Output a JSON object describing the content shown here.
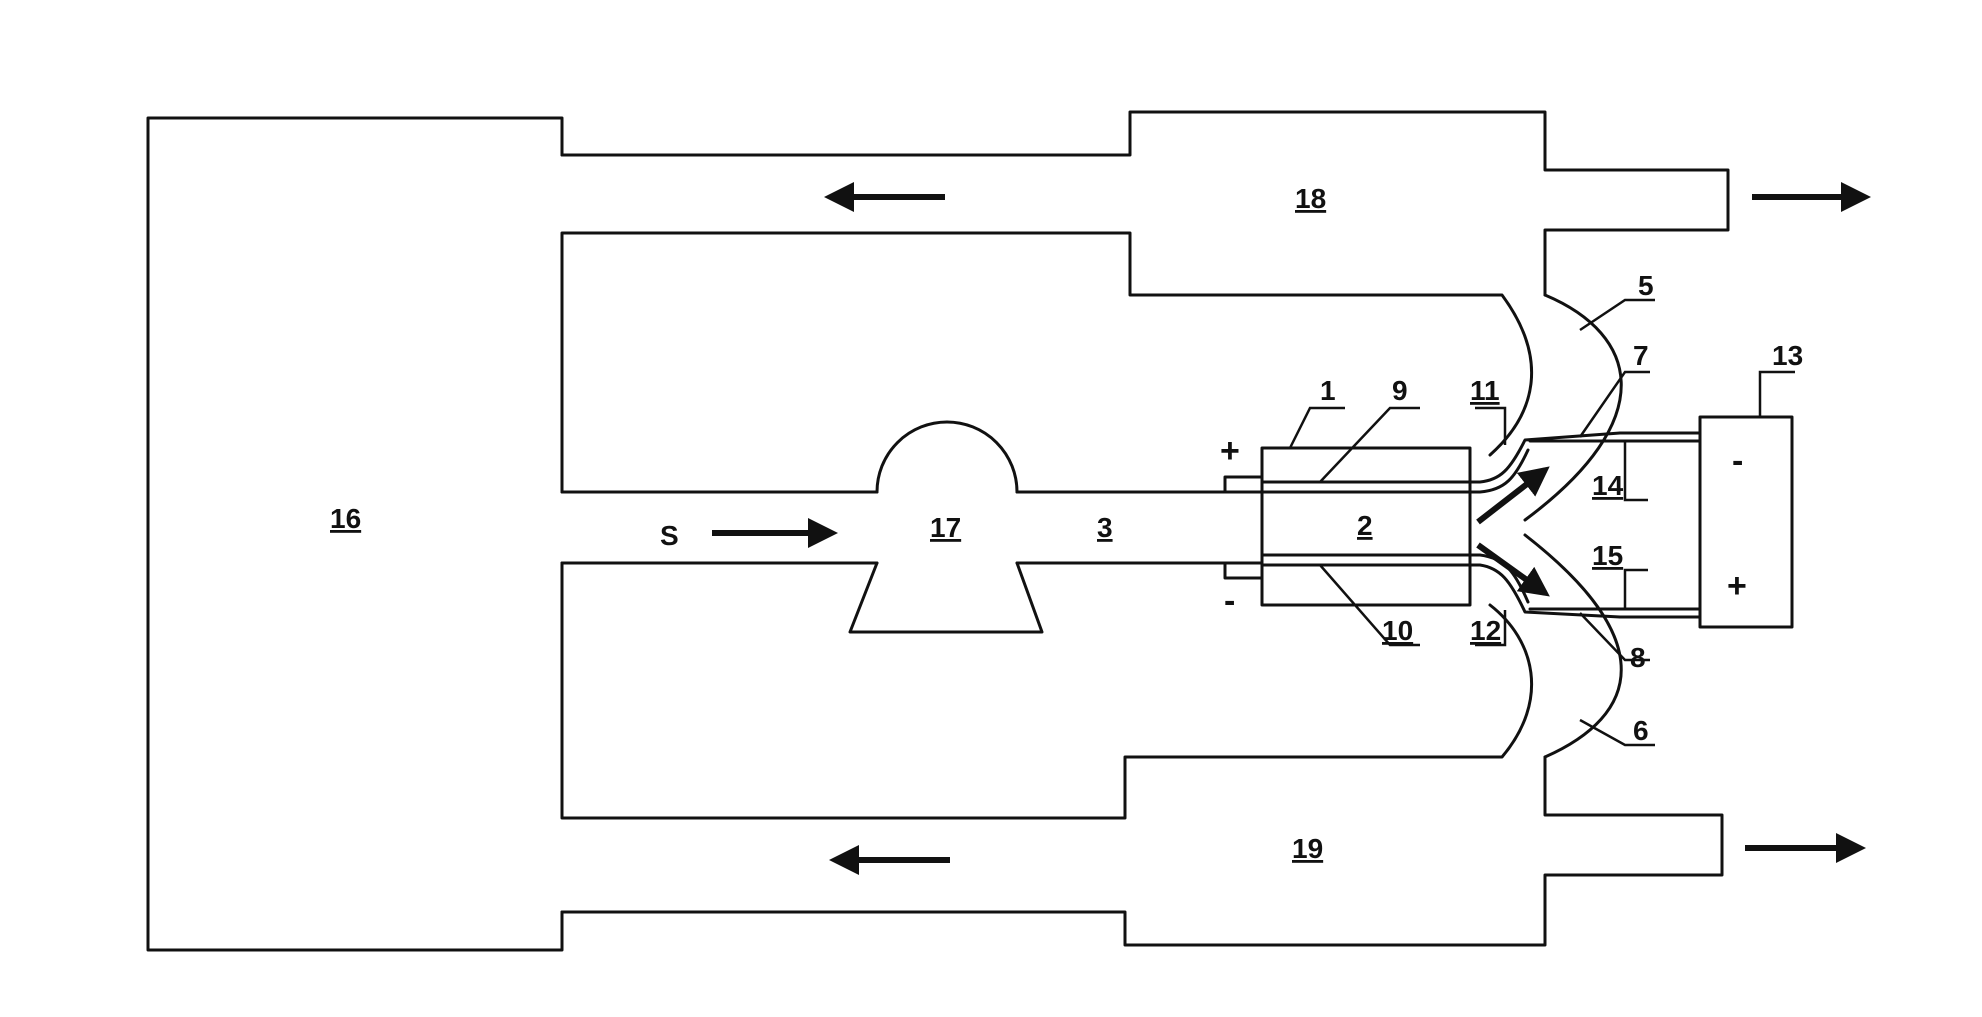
{
  "labels": {
    "tank": "16",
    "upper_channel": "18",
    "lower_channel": "19",
    "pump": "17",
    "inlet_tube": "3",
    "cell_body": "1",
    "cell_core": "2",
    "electrode_upper": "9",
    "electrode_lower": "10",
    "gap_upper": "11",
    "gap_lower": "12",
    "wall_upper": "5",
    "wall_lower": "6",
    "lead_upper": "7",
    "lead_lower": "8",
    "power_box": "13",
    "leader_upper": "14",
    "leader_lower": "15",
    "flow_source": "S"
  },
  "signs": {
    "cell_plus": "+",
    "cell_minus": "-",
    "box_minus": "-",
    "box_plus": "+"
  }
}
